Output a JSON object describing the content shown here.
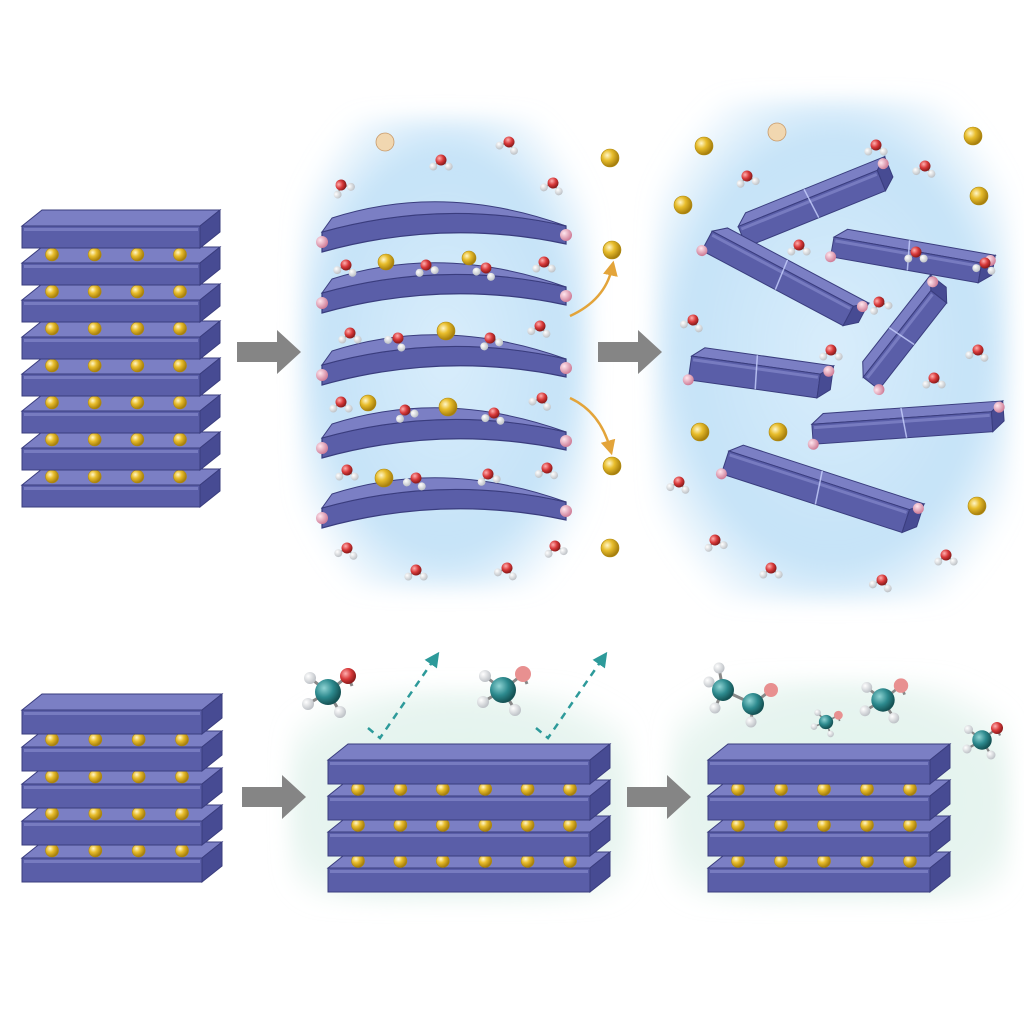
{
  "colors": {
    "background": "#ffffff",
    "layer_top": "#7b7fc4",
    "layer_front": "#5a5ea8",
    "layer_side": "#474b93",
    "layer_edge": "#3a3d7e",
    "cation": "#e8bd2c",
    "cation_dark": "#b08a10",
    "water_oxygen": "#d8393a",
    "water_hydrogen": "#f2f2f2",
    "pink_end": "#e9a3b8",
    "solution_glow": "#bfe0f7",
    "solution_glow_bottom": "#d8eee6",
    "arrow": "#858585",
    "release_arrow": "#e3a43a",
    "organic_carbon": "#2d8a8e",
    "organic_oxygen": "#d24a4a",
    "escape_arrow": "#2d9a9a"
  },
  "icons": {
    "process_arrow": "arrow-right-icon",
    "layered_stack": "layered-crystal-icon",
    "water_molecule": "water-molecule-icon",
    "cation": "cation-sphere-icon",
    "organic_molecule": "methanol-molecule-icon"
  },
  "top_row": {
    "stages": [
      "intact-layered-stack",
      "swollen-hydrated-layers",
      "exfoliated-nanosheets"
    ],
    "stack_layer_count": 8,
    "cations_per_gap": 4,
    "swollen_layer_count": 5,
    "fragment_count": 7
  },
  "bottom_row": {
    "stages": [
      "intact-layered-stack",
      "stack-with-organic-molecules",
      "stack-with-intercalated-organics"
    ],
    "stack_layer_count": 5,
    "cations_per_gap": 4
  }
}
